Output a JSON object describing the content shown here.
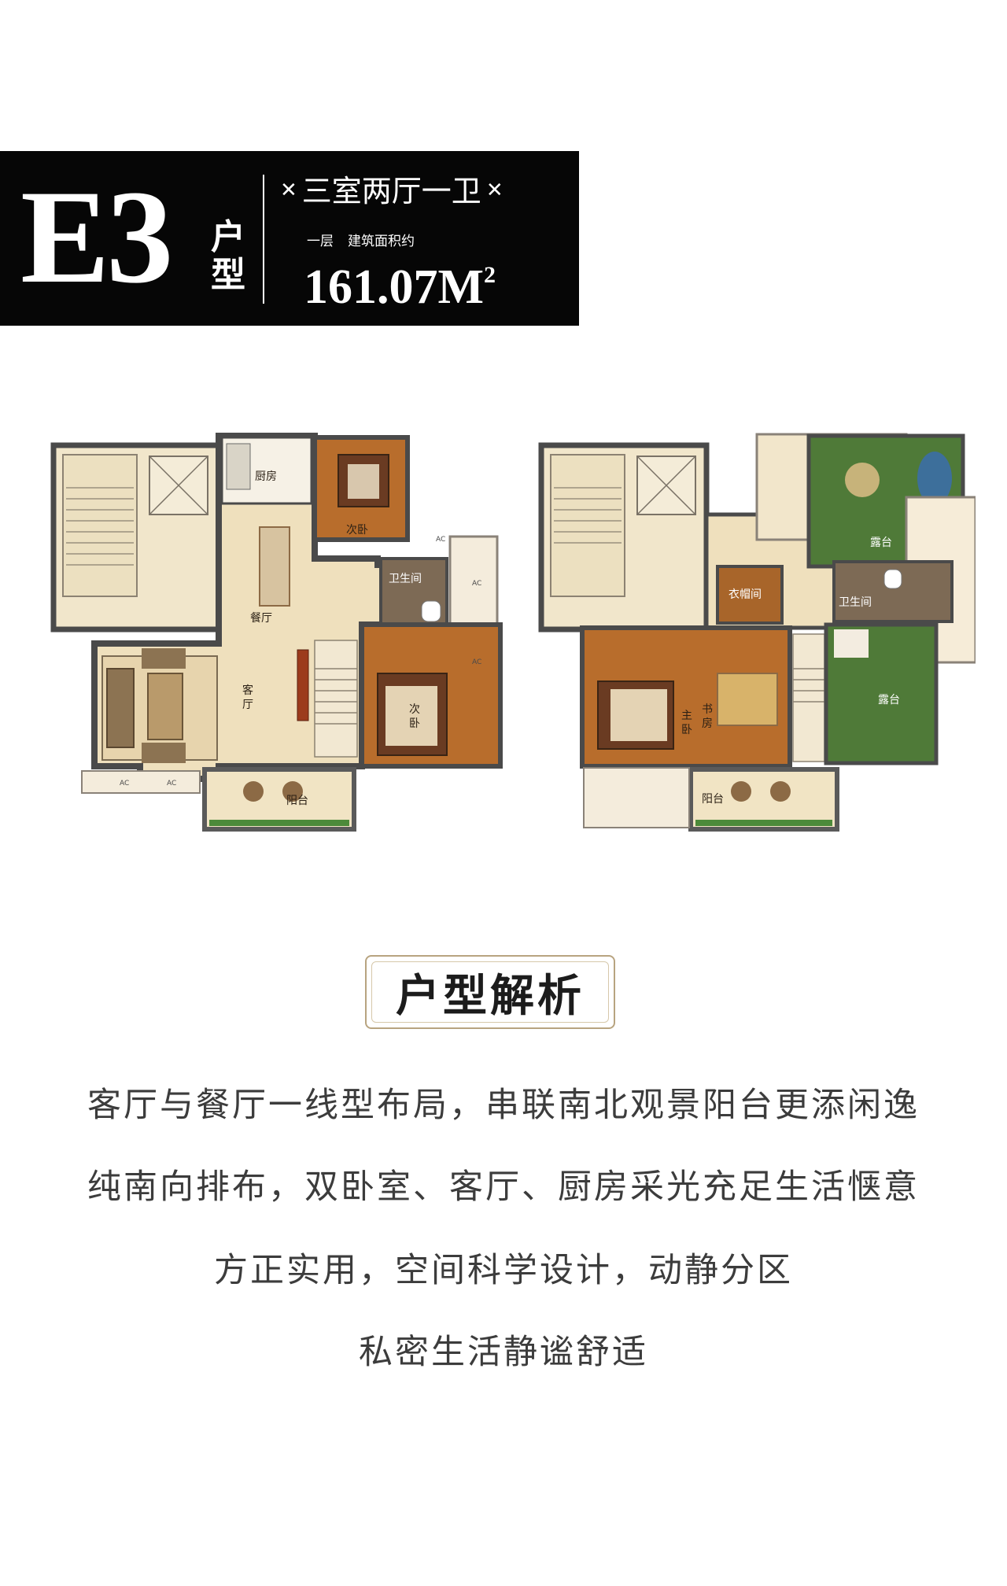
{
  "header": {
    "unit_code": "E3",
    "unit_word": "户型",
    "layout_type": "三室两厅一卫",
    "floor_label": "一层",
    "area_label": "建筑面积约",
    "area_value": "161.07M",
    "area_superscript": "2"
  },
  "floor_plan_first": {
    "rooms": {
      "kitchen": "厨房",
      "bedroom_a": "次卧",
      "dining": "餐厅",
      "bathroom": "卫生间",
      "living_1": "客",
      "living_2": "厅",
      "bedroom_b_1": "次",
      "bedroom_b_2": "卧",
      "balcony": "阳台"
    },
    "ac_labels": [
      "AC",
      "AC",
      "AC",
      "AC",
      "AC"
    ]
  },
  "floor_plan_second": {
    "rooms": {
      "terrace_top": "露台",
      "closet": "衣帽间",
      "bathroom": "卫生间",
      "master_1": "主",
      "master_2": "卧",
      "study_1": "书",
      "study_2": "房",
      "terrace_side": "露台",
      "balcony": "阳台"
    }
  },
  "analysis": {
    "title": "户型解析",
    "lines": [
      "客厅与餐厅一线型布局，串联南北观景阳台更添闲逸",
      "纯南向排布，双卧室、客厅、厨房采光充足生活惬意",
      "方正实用，空间科学设计，动静分区",
      "私密生活静谧舒适"
    ]
  }
}
